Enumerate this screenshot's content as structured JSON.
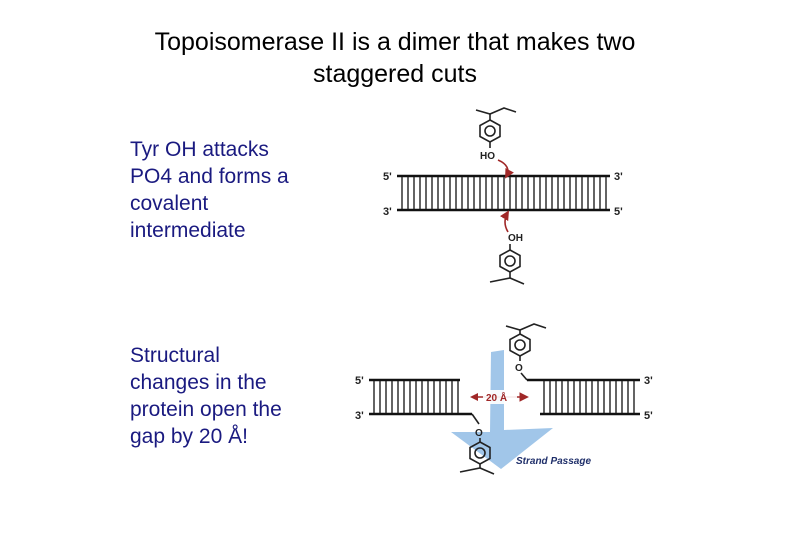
{
  "title": {
    "line1": "Topoisomerase II is a dimer that makes two",
    "line2": "staggered cuts"
  },
  "bullets": [
    {
      "lines": [
        "Tyr OH attacks",
        "PO4 and forms a",
        "covalent",
        "intermediate"
      ]
    },
    {
      "lines": [
        "Structural",
        "changes in the",
        "protein open the",
        "gap by 20 Å!"
      ]
    }
  ],
  "diagram1": {
    "top_left_label": "5'",
    "top_right_label": "3'",
    "bottom_left_label": "3'",
    "bottom_right_label": "5'",
    "top_tyr_label": "HO",
    "bottom_tyr_label": "OH"
  },
  "diagram2": {
    "top_left_label": "5'",
    "top_right_label": "3'",
    "bottom_left_label": "3'",
    "bottom_right_label": "5'",
    "top_o_label": "O",
    "bottom_o_label": "O",
    "gap_label": "20 Å",
    "passage_label": "Strand Passage"
  },
  "colors": {
    "bullet_text": "#1a1a80",
    "arrow_red": "#a02828",
    "passage_blue": "#9cc3e8"
  }
}
